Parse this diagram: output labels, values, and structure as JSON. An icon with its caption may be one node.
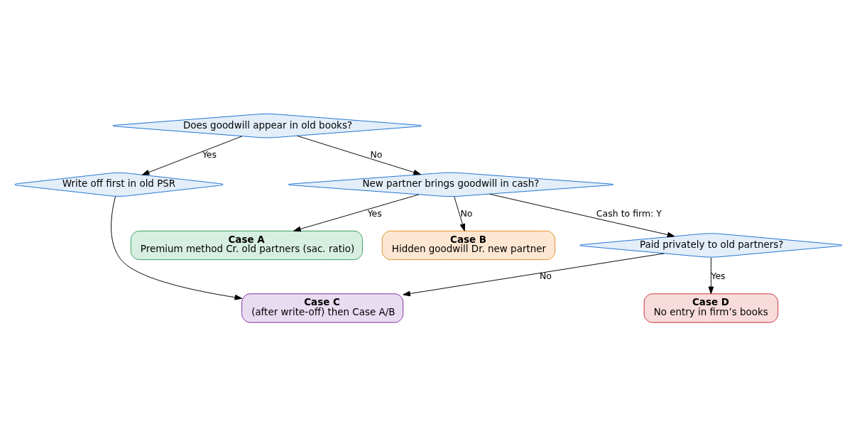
{
  "diagram": {
    "nodes": [
      {
        "text": [
          "Does goodwill appear in old books?"
        ]
      },
      {
        "text": [
          "Write off first in old PSR"
        ]
      },
      {
        "text": [
          "New partner brings goodwill in cash?"
        ]
      },
      {
        "text": [
          "Case A",
          "Premium method Cr. old partners (sac. ratio)"
        ]
      },
      {
        "text": [
          "Case B",
          "Hidden goodwill Dr. new partner"
        ]
      },
      {
        "text": [
          "Paid privately to old partners?"
        ]
      },
      {
        "text": [
          "Case C",
          "(after write-off) then Case A/B"
        ]
      },
      {
        "text": [
          "Case D",
          "No entry in firm’s books"
        ]
      }
    ],
    "edges": [
      {
        "from": 0,
        "to": 1,
        "arrow": "to",
        "label": "Yes"
      },
      {
        "from": 0,
        "to": 2,
        "arrow": "to",
        "label": "No"
      },
      {
        "from": 2,
        "to": 3,
        "arrow": "to",
        "label": "Yes"
      },
      {
        "from": 2,
        "to": 4,
        "arrow": "to",
        "label": "No"
      },
      {
        "from": 2,
        "to": 5,
        "arrow": "to",
        "label": "Cash to firm: Y"
      },
      {
        "from": 1,
        "to": 6,
        "arrow": "to"
      },
      {
        "from": 5,
        "to": 6,
        "arrow": "to",
        "label": "No"
      },
      {
        "from": 5,
        "to": 7,
        "arrow": "to",
        "label": "Yes"
      }
    ]
  }
}
